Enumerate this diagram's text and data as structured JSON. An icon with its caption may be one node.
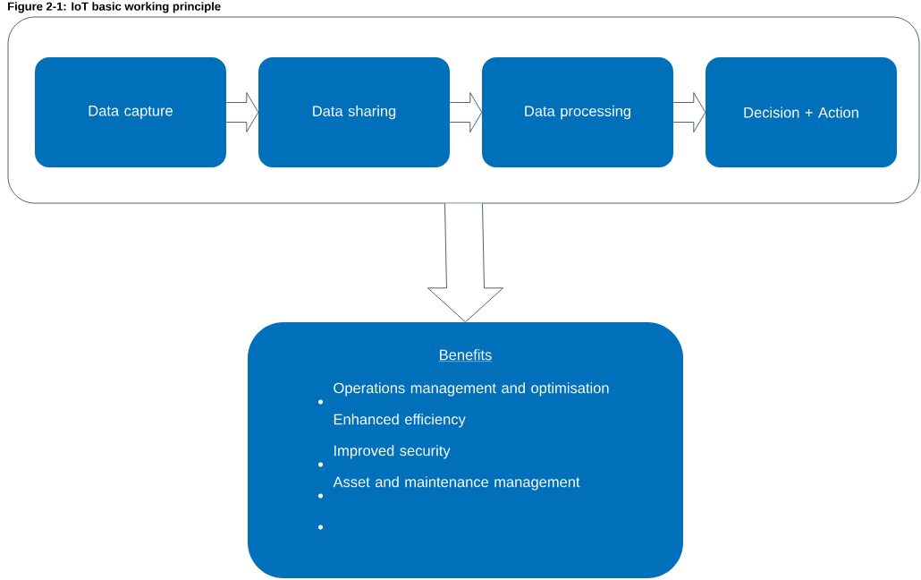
{
  "diagram": {
    "title": "Figure 2-1: IoT basic working principle",
    "nodes": [
      {
        "text": [],
        "shape": "box"
      },
      {
        "text": [
          "Data capture"
        ],
        "in": 0
      },
      {
        "text": [
          "Data sharing"
        ],
        "in": 0
      },
      {
        "text": [
          "Data processing"
        ],
        "in": 0
      },
      {
        "text": [
          "Decision + Action"
        ],
        "in": 0
      },
      {
        "text": [
          "Benefits",
          "Operations management and optimisation",
          "Enhanced efficiency",
          "Improved security",
          "Asset and maintenance management"
        ]
      }
    ],
    "edges": [
      {
        "from": 1,
        "to": 2,
        "arrow": "to"
      },
      {
        "from": 2,
        "to": 3,
        "arrow": "to"
      },
      {
        "from": 3,
        "to": 4,
        "arrow": "to"
      },
      {
        "from": 0,
        "to": 5,
        "arrow": "to"
      }
    ]
  }
}
